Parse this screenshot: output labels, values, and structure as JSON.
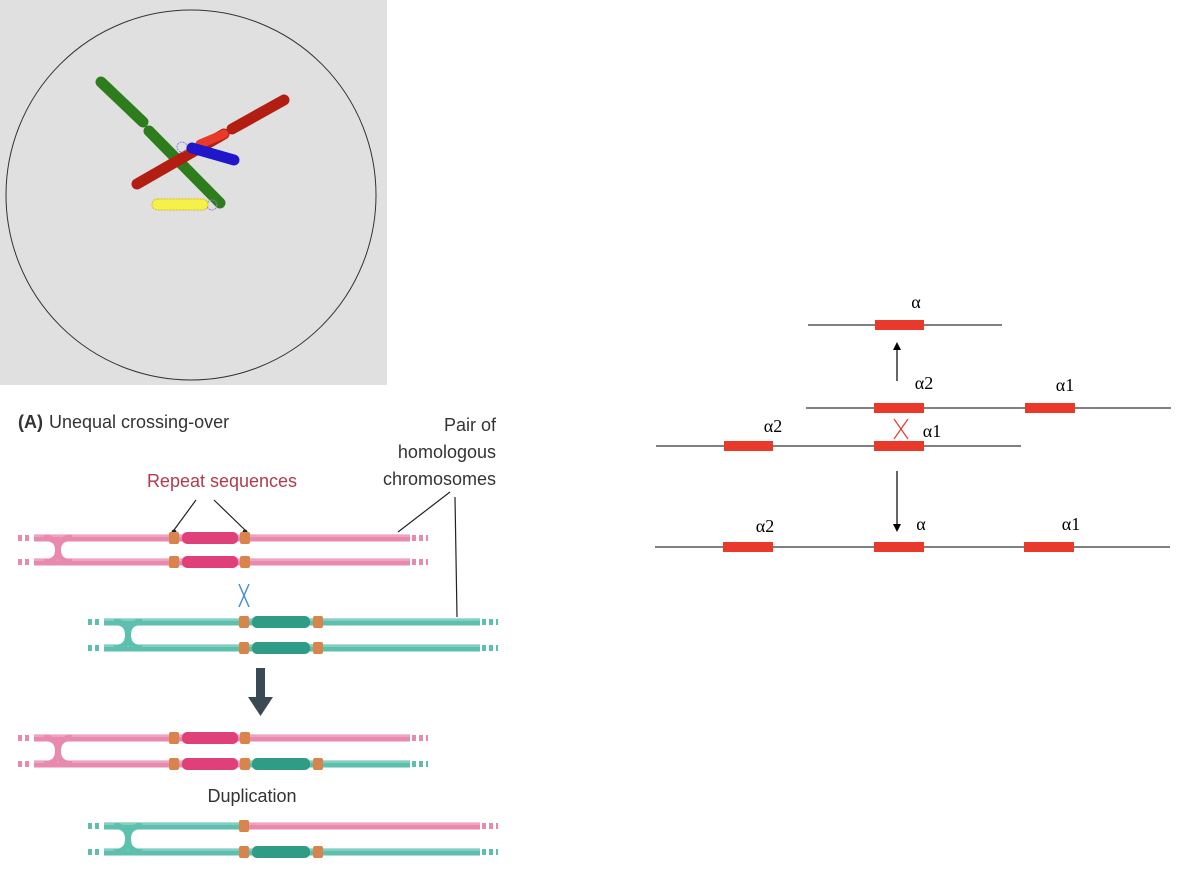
{
  "panel_a": {
    "title_prefix": "(A)",
    "title_text": "Unequal crossing-over",
    "repeat_label": "Repeat sequences",
    "homolog_label_lines": [
      "Pair of",
      "homologous",
      "chromosomes"
    ],
    "result_label": "Duplication"
  },
  "alpha_diagram": {
    "top_gene": "α",
    "row2_genes": [
      "α2",
      "α1"
    ],
    "row3_genes": [
      "α2",
      "α1"
    ],
    "bottom_genes": [
      "α2",
      "α",
      "α1"
    ]
  },
  "colors": {
    "pink_chromosome": "#e88aad",
    "pink_block": "#e0407a",
    "teal_chromosome": "#5dbfae",
    "teal_block": "#2f9c86",
    "repeat_marker": "#d8844a",
    "gene_red": "#e8392b",
    "repeat_label_color": "#b23a4d",
    "cross_blue": "#4a90d9",
    "cell_bg": "#e0e0e0",
    "chrom_green": "#2e7d1c",
    "chrom_red": "#b21e12",
    "chrom_blue": "#1f17c9",
    "chrom_yellow": "#f5f04a"
  }
}
